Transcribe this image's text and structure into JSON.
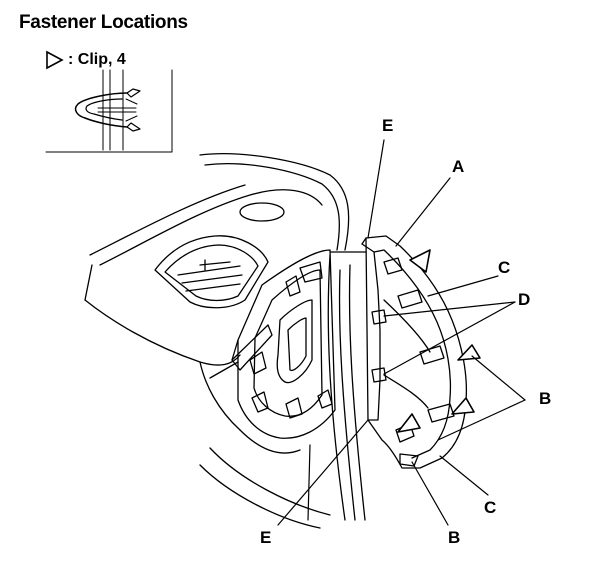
{
  "title": "Fastener Locations",
  "legend": {
    "label": ": Clip, 4",
    "symbol": "open-triangle"
  },
  "callouts": {
    "A": "A",
    "B": "B",
    "C": "C",
    "D": "D",
    "E": "E"
  },
  "colors": {
    "line": "#000000",
    "background": "#ffffff"
  }
}
